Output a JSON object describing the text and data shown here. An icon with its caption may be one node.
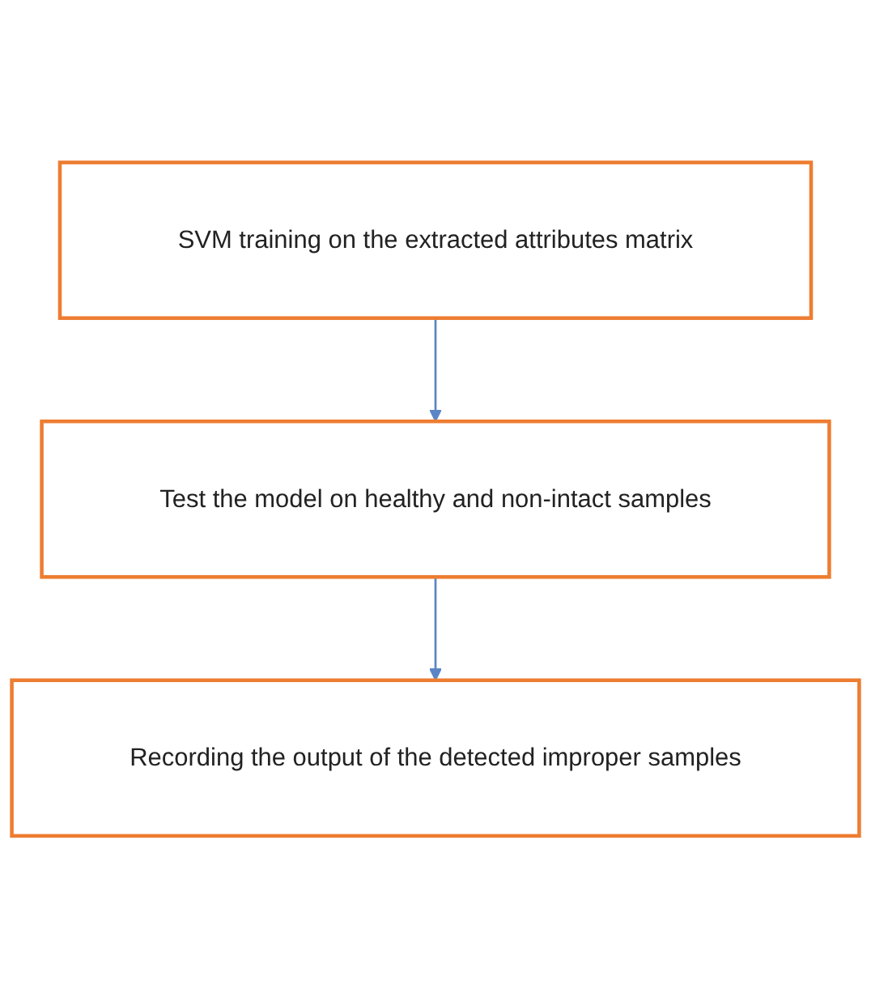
{
  "diagram": {
    "nodes": [
      {
        "text": [
          "SVM training on the extracted attributes matrix"
        ]
      },
      {
        "text": [
          "Test the model on healthy and non-intact samples"
        ]
      },
      {
        "text": [
          "Recording the output of the detected improper samples"
        ]
      }
    ],
    "edges": [
      {
        "from": 0,
        "to": 1,
        "arrow": "to"
      },
      {
        "from": 1,
        "to": 2,
        "arrow": "to"
      }
    ]
  }
}
